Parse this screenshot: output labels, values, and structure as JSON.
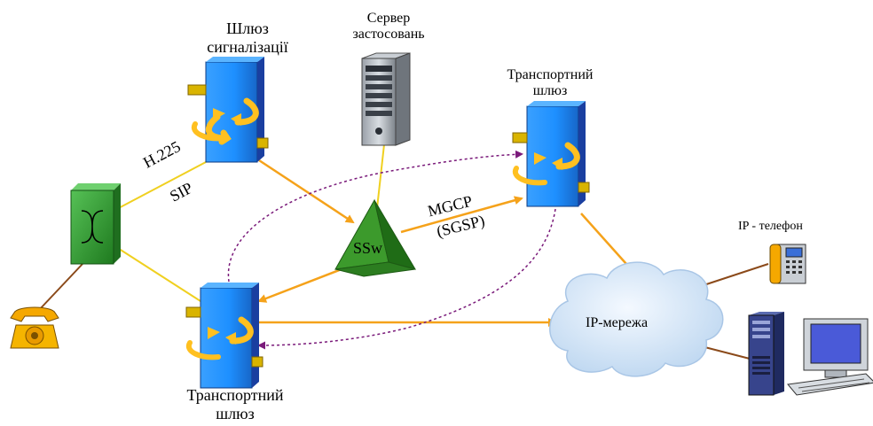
{
  "diagram": {
    "labels": {
      "signaling_gateway": [
        "Шлюз",
        "сигналізації"
      ],
      "app_server": [
        "Сервер",
        "застосовань"
      ],
      "transport_gateway_top": [
        "Транспортний",
        "шлюз"
      ],
      "transport_gateway_bottom": [
        "Транспортний",
        "шлюз"
      ],
      "softswitch": "SSw",
      "h225": "H.225",
      "sip": "SIP",
      "mgcp": "MGCP",
      "sgsp": "(SGSP)",
      "ip_network": "IP-мережа",
      "ip_phone": "IP - телефон"
    },
    "colors": {
      "gateway_body": "#1e90ff",
      "gateway_dark": "#1a3fa0",
      "gateway_arrow": "#ffc020",
      "switch_green": "#3aa63a",
      "ssw_green": "#3c9a2c",
      "orange_link": "#f5a21a",
      "yellow_link": "#f0d020",
      "brown_link": "#8b4a1a",
      "purple_dash": "#7a1a7a",
      "cloud": "#d4e6f8",
      "phone_orange": "#f5a800"
    },
    "icons": [
      "switch-icon",
      "telephone-icon",
      "server-icon",
      "ip-phone-icon",
      "pc-icon",
      "cloud-icon",
      "gateway-icon"
    ]
  }
}
